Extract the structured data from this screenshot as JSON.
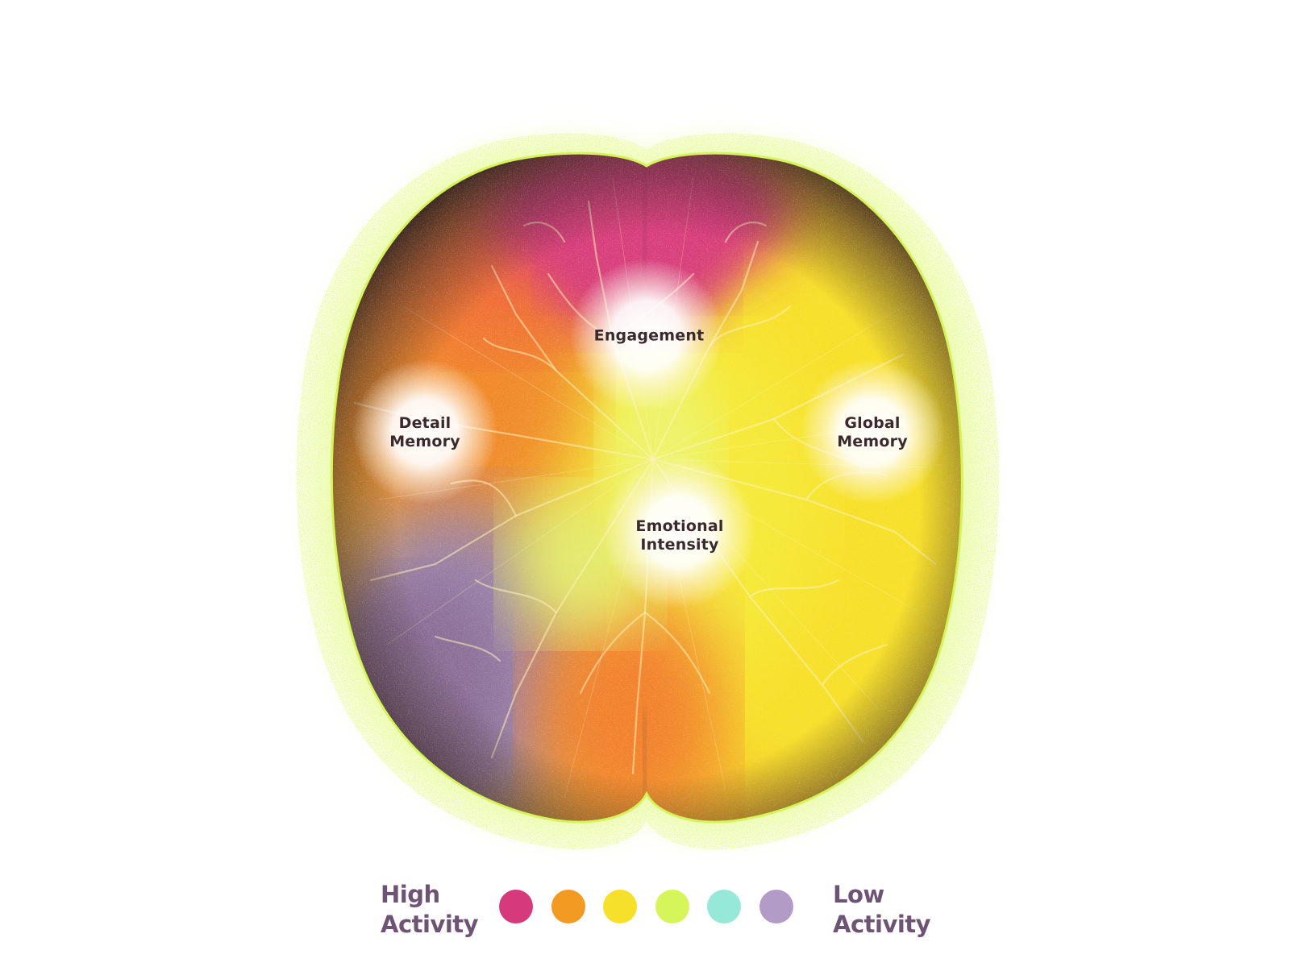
{
  "regions": {
    "engagement": "Engagement",
    "detail_memory": "Detail\nMemory",
    "global_memory": "Global\nMemory",
    "emotional_intensity": "Emotional\nIntensity"
  },
  "legend": {
    "high_label": "High\nActivity",
    "low_label": "Low\nActivity",
    "scale_colors": [
      "#d63a7c",
      "#f39a22",
      "#f7e02a",
      "#d6f55a",
      "#96e8d9",
      "#b39bc8"
    ]
  },
  "colors": {
    "brain_edge": "#3b2a28",
    "glow": "#d4f55a",
    "high": "#d63a7c",
    "orange": "#f39a22",
    "yellow": "#f7e02a",
    "lime": "#d6f55a",
    "low": "#b39bc8"
  }
}
